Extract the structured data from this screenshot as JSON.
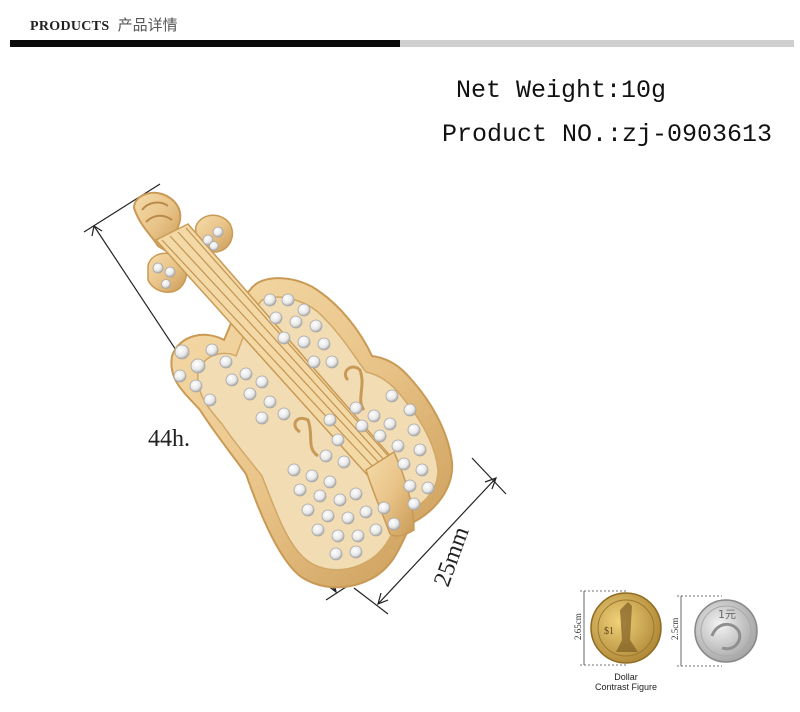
{
  "header": {
    "title_en": "PRODUCTS",
    "title_cn": "产品详情"
  },
  "specs": {
    "net_weight": "Net Weight:10g",
    "product_no": "Product NO.:zj-0903613"
  },
  "dimensions": {
    "length_label": "44h.",
    "width_label": "25mm"
  },
  "coins": {
    "dollar_size": "2.65cm",
    "yuan_size": "2.5cm",
    "dollar_face_text": "$1",
    "yuan_face_text": "1元",
    "caption_line1": "Dollar",
    "caption_line2": "Contrast Figure"
  },
  "colors": {
    "gold": "#e9c489",
    "gold_dark": "#c99a55",
    "coin_gold": "#c9a14a",
    "coin_silver": "#c8c8c8"
  }
}
